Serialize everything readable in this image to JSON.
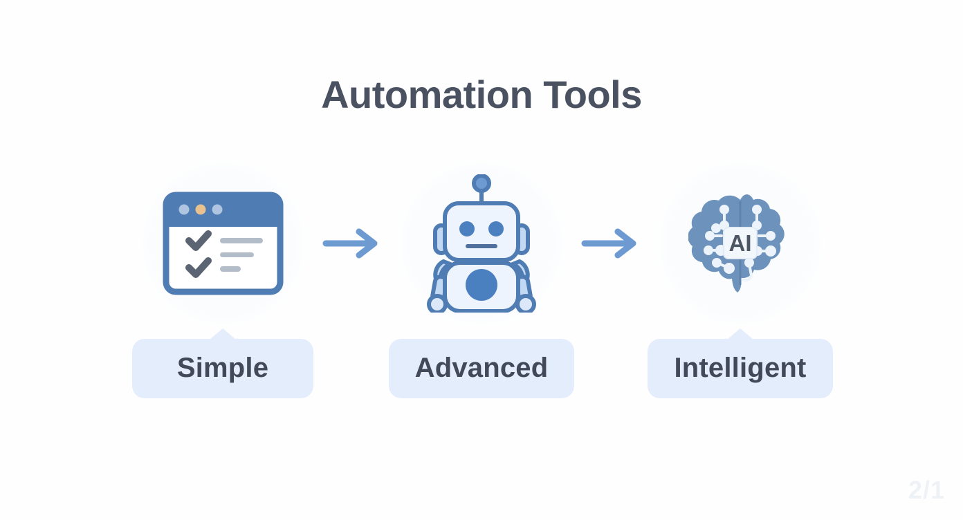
{
  "header": {
    "title": "Automation Tools",
    "title_color": "#4a5160"
  },
  "theme": {
    "background": "#fefeff",
    "accent_blue": "#4a7fc0",
    "icon_outline": "#4f7cb3",
    "icon_fill_light": "#eef4fd",
    "icon_fill_mid": "#c3d8f3",
    "pill_bg": "#e4edfb",
    "pill_text": "#424a59",
    "arrow_color": "#6d9bd1",
    "brain_fill": "#6d93bd",
    "line_gray": "#b3bcc9",
    "check_gray": "#5a6472"
  },
  "stages": [
    {
      "id": "simple",
      "label": "Simple",
      "icon": "browser-checklist-icon",
      "has_notch": true,
      "browser": {
        "dots": [
          "#aec4e0",
          "#e8c18e",
          "#aec4e0"
        ],
        "titlebar_color": "#4f7cb3",
        "checkmarks": 2,
        "lines": 3
      }
    },
    {
      "id": "advanced",
      "label": "Advanced",
      "icon": "robot-icon",
      "has_notch": false
    },
    {
      "id": "intelligent",
      "label": "Intelligent",
      "icon": "ai-brain-icon",
      "has_notch": true,
      "brain": {
        "center_text": "AI"
      }
    }
  ],
  "arrows": [
    {
      "id": "arrow-1",
      "direction": "right"
    },
    {
      "id": "arrow-2",
      "direction": "right"
    }
  ],
  "watermark": {
    "text": "2/1"
  }
}
